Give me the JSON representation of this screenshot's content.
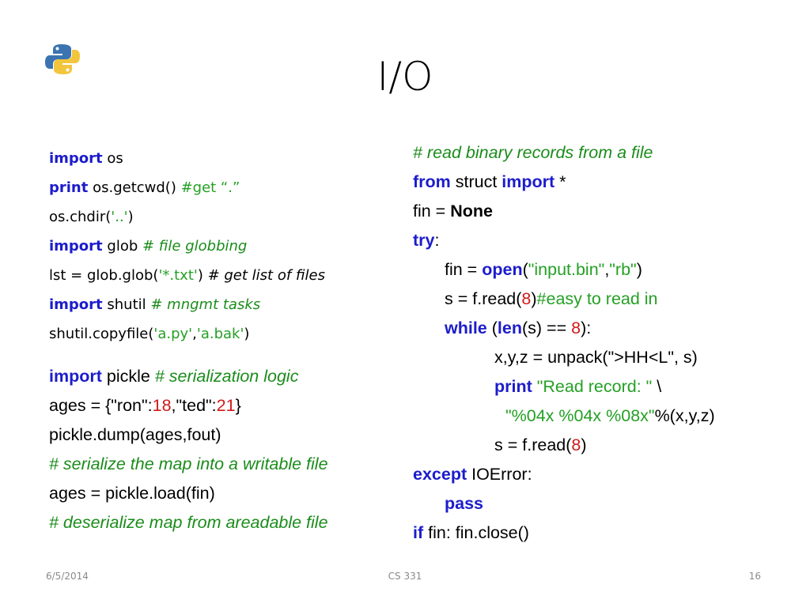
{
  "slide": {
    "title": "I/O",
    "logo_icon": "python-logo-icon"
  },
  "colors": {
    "keyword": "#1c1ccc",
    "comment": "#1a8c1a",
    "string": "#25a025",
    "number": "#d01a1a",
    "footer": "#8a8a8a"
  },
  "left_code": {
    "l1": {
      "kw": "import",
      "t": " os"
    },
    "l2": {
      "kw": "print",
      "t": " os.getcwd() ",
      "cm": "#get “.”"
    },
    "l3": {
      "a": "os.chdir(",
      "s": "'..'",
      "b": ")"
    },
    "l4": {
      "kw": "import",
      "t": " glob ",
      "cm": "# file globbing"
    },
    "l5": {
      "a": "lst = glob.glob(",
      "s": "'*.txt'",
      "b": ") ",
      "cm": "# get list of files"
    },
    "l6": {
      "kw": "import",
      "t": " shutil ",
      "cm": "# mngmt tasks"
    },
    "l7": {
      "a": "shutil.copyfile(",
      "s1": "'a.py'",
      "c": ",",
      "s2": "'a.bak'",
      "b": ")"
    },
    "l8": {
      "kw": "import",
      "t": " pickle ",
      "cm": "# serialization logic"
    },
    "l9": {
      "a": "ages = {\"ron\":",
      "n1": "18",
      "b": ",\"ted\":",
      "n2": "21",
      "c": "}"
    },
    "l10": {
      "t": "pickle.dump(ages,fout)"
    },
    "l11": {
      "cm": "# serialize the map into a writable file"
    },
    "l12": {
      "t": "ages = pickle.load(fin)"
    },
    "l13": {
      "cm": "# deserialize map from areadable file"
    }
  },
  "right_code": {
    "r1": {
      "cm": "# read binary records from a file"
    },
    "r2": {
      "kw1": "from",
      "t": " struct ",
      "kw2": "import",
      "b": " *"
    },
    "r3": {
      "t": "fin = ",
      "kw": "None"
    },
    "r4": {
      "kw": "try",
      "t": ":"
    },
    "r5": {
      "a": "fin = ",
      "kw": "open",
      "b": "(",
      "s1": "\"input.bin\"",
      "c": ",",
      "s2": "\"rb\"",
      "d": ")"
    },
    "r6": {
      "a": "s = f.read(",
      "n": "8",
      "b": ")",
      "cm": "#easy to read in"
    },
    "r7": {
      "kw1": "while",
      "a": " (",
      "kw2": "len",
      "b": "(s) == ",
      "n": "8",
      "c": "):"
    },
    "r8": {
      "t": "x,y,z = unpack(\">HH<L\", s)"
    },
    "r9": {
      "kw": "print",
      "a": " ",
      "s": "\"Read record: \"",
      "b": " \\"
    },
    "r10": {
      "s": "\"%04x %04x %08x\"",
      "b": "%(x,y,z)"
    },
    "r11": {
      "a": "s = f.read(",
      "n": "8",
      "b": ")"
    },
    "r12": {
      "kw": "except",
      "t": " IOError:"
    },
    "r13": {
      "kw": "pass"
    },
    "r14": {
      "kw": "if",
      "t": " fin: fin.close()"
    }
  },
  "footer": {
    "date": "6/5/2014",
    "course": "CS 331",
    "page": "16"
  }
}
